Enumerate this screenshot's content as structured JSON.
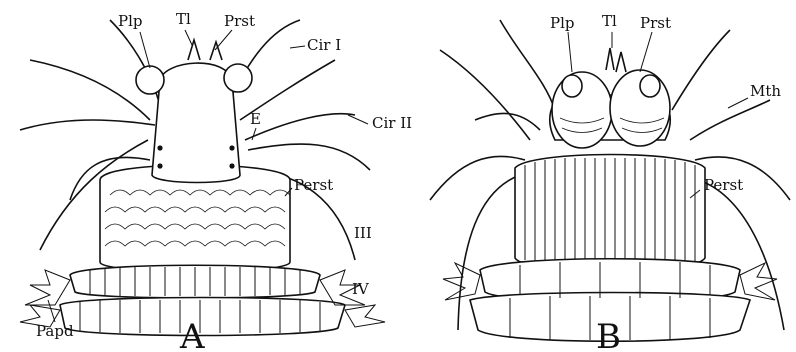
{
  "figure_a": {
    "labels": {
      "plp": "Plp",
      "tl": "Tl",
      "prst": "Prst",
      "cir1": "Cir I",
      "cir2": "Cir II",
      "e": "E",
      "perst": "Perst",
      "seg3": "III",
      "seg4": "IV",
      "papd": "Papd"
    },
    "panel_letter": "A"
  },
  "figure_b": {
    "labels": {
      "plp": "Plp",
      "tl": "Tl",
      "prst": "Prst",
      "mth": "Mth",
      "perst": "Perst"
    },
    "panel_letter": "B"
  }
}
